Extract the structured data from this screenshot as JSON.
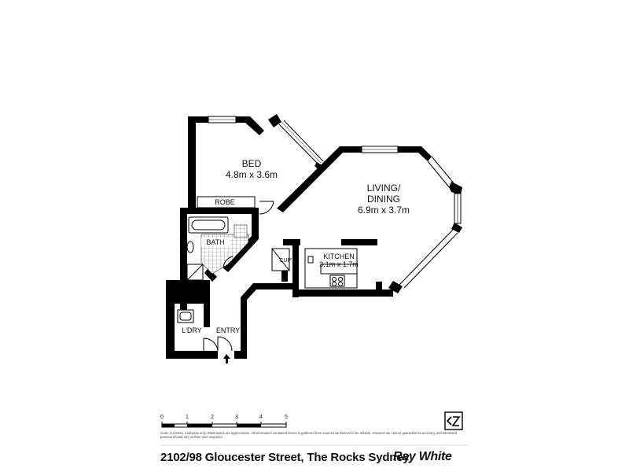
{
  "rooms": {
    "bed": {
      "name": "BED",
      "size": "4.8m x 3.6m"
    },
    "living": {
      "name": "LIVING/",
      "name2": "DINING",
      "size": "6.9m x 3.7m"
    },
    "kitchen": {
      "name": "KITCHEN",
      "size": "3.1m x 1.7m"
    },
    "robe": "ROBE",
    "bath": "BATH",
    "cupd": "CUP'D",
    "ldry": "L'DRY",
    "entry": "ENTRY"
  },
  "scale": {
    "ticks": [
      "0",
      "1",
      "2",
      "3",
      "4",
      "5"
    ]
  },
  "disclaimer": "Scale in metres. Indicative only. Dimensions are approximate. All information contained herein is gathered from sources we believe to be reliable. However we cannot guarantee its accuracy and interested persons should rely on their own enquiries.",
  "address": "2102/98 Gloucester Street, The Rocks Sydney",
  "brand": {
    "name": "Ray White",
    "color": "#111111"
  },
  "icons": {
    "north": "north-arrow-icon",
    "entry": "entry-arrow-icon",
    "brand_mark": "cz-logo-icon"
  }
}
